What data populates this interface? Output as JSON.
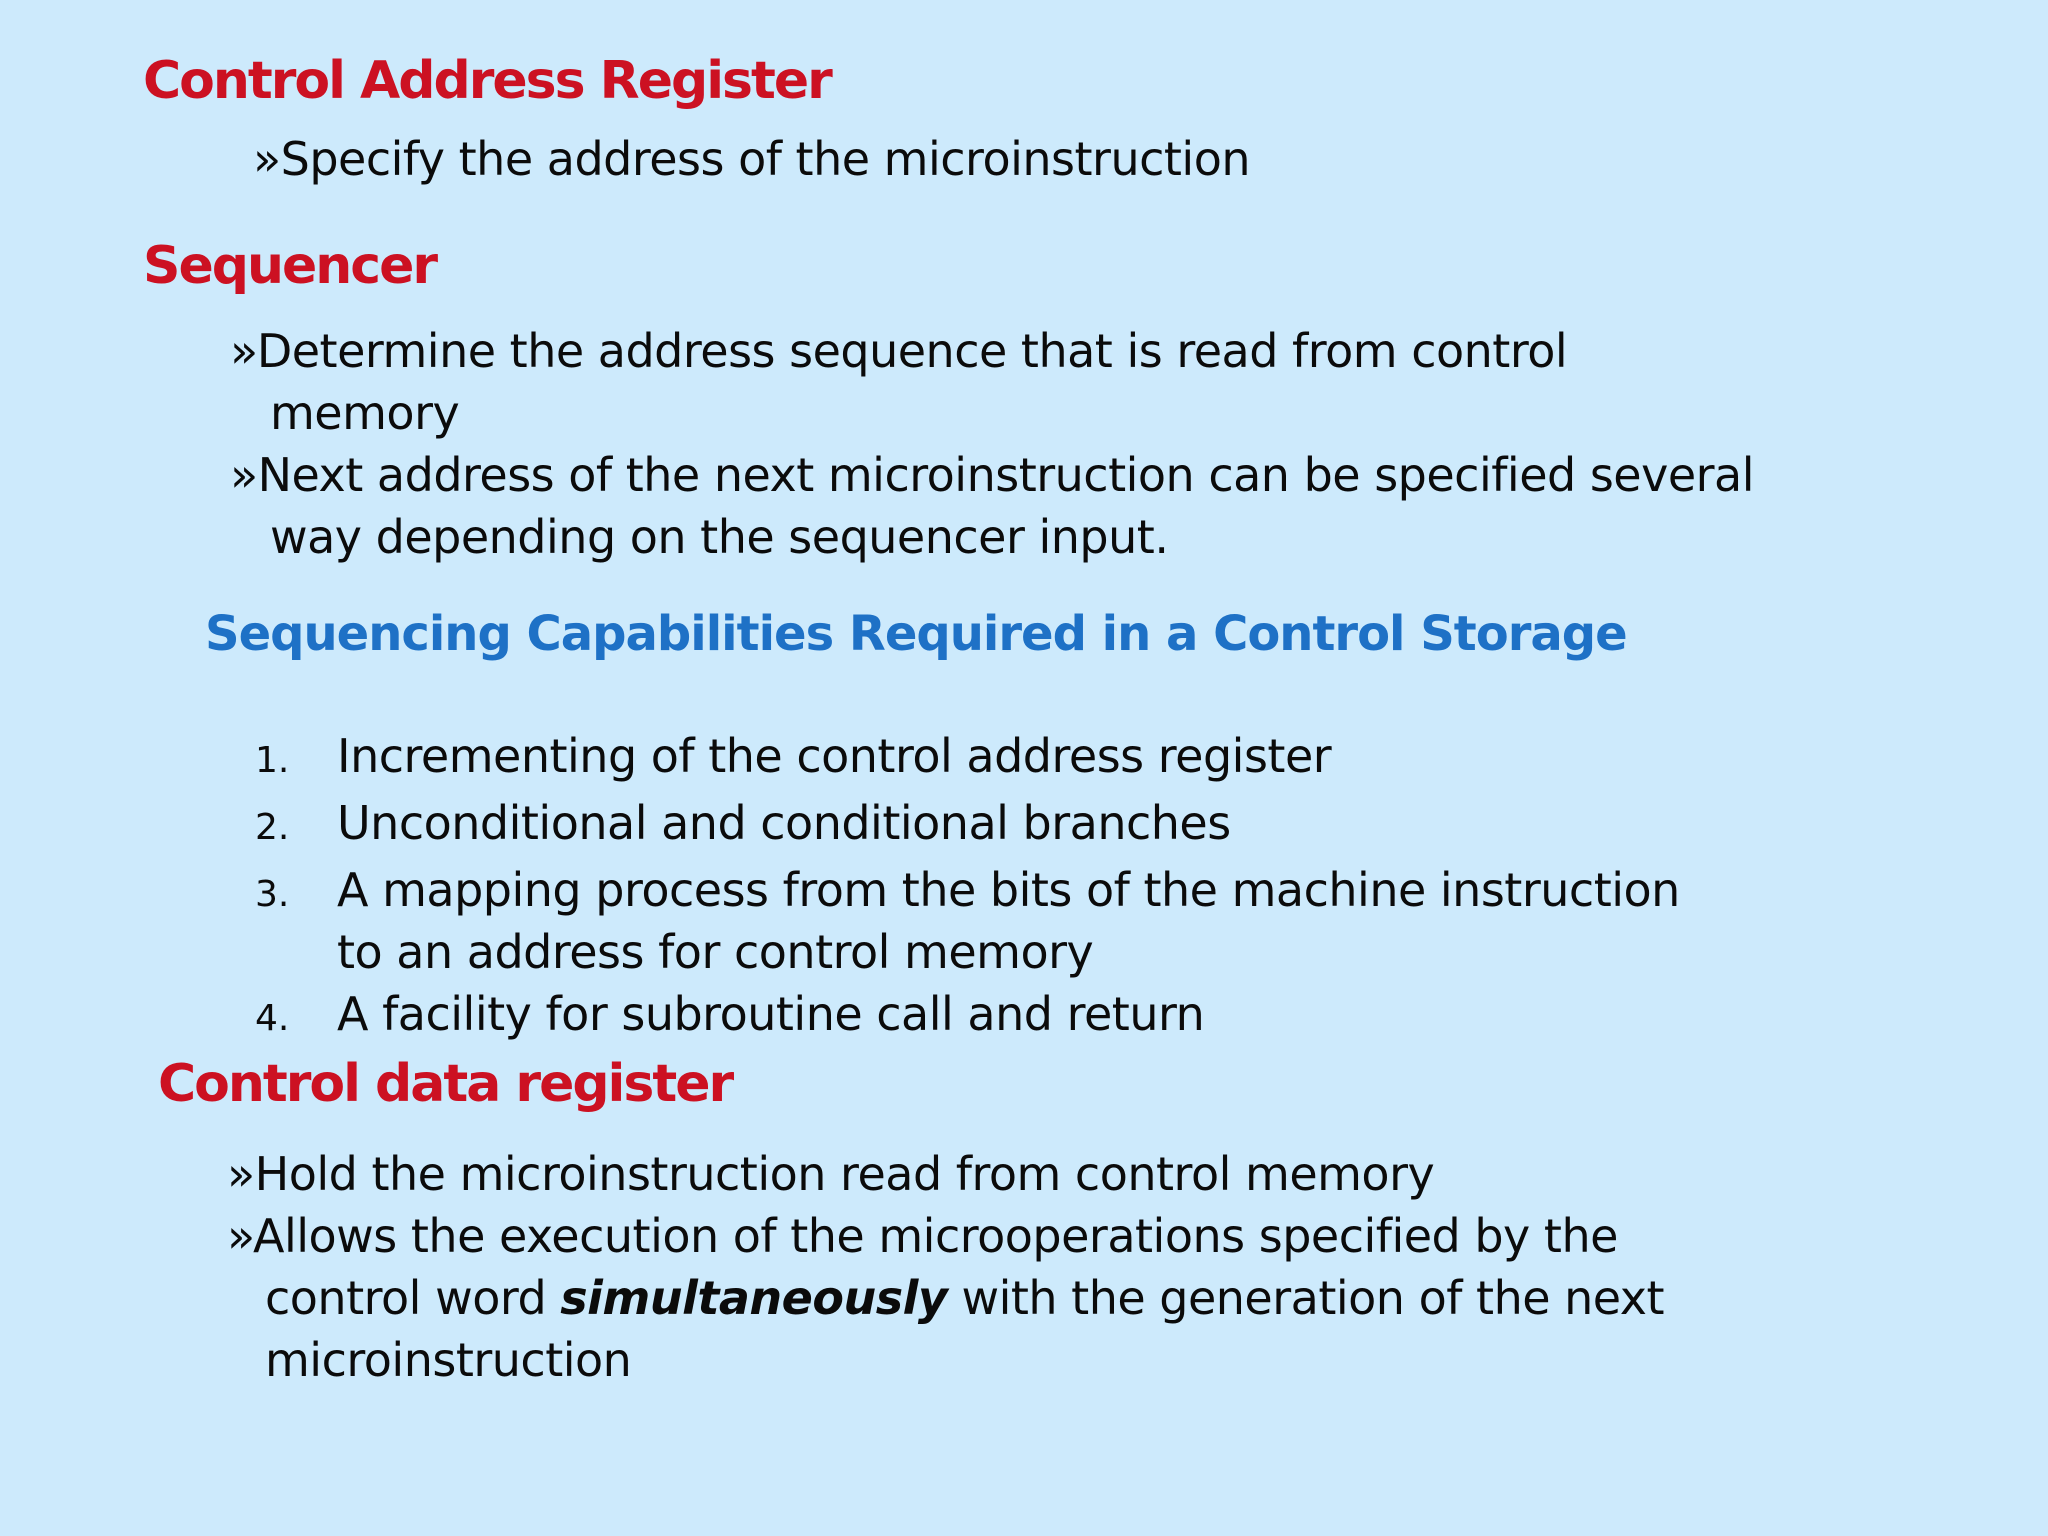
{
  "colors": {
    "background": "#cdeafc",
    "title_red": "#cc1122",
    "heading_blue": "#1e71c6",
    "body_text": "#0b0b0b"
  },
  "sections": {
    "control_address_register": {
      "title": "Control Address Register",
      "bullet_1": "»Specify the address of the microinstruction"
    },
    "sequencer": {
      "title": "Sequencer",
      "bullet_1": "»Determine the address sequence that is read from control\nmemory",
      "bullet_2": "»Next address of the next microinstruction can be specified several\nway depending on the sequencer input."
    },
    "sequencing_capabilities": {
      "heading": "Sequencing Capabilities Required in a Control Storage",
      "items": [
        {
          "number": "1.",
          "text": "Incrementing of the control address register"
        },
        {
          "number": "2.",
          "text": "Unconditional and conditional branches"
        },
        {
          "number": "3.",
          "text": "A mapping process from the bits of the machine instruction\nto an address for control memory"
        },
        {
          "number": "4.",
          "text": "A facility for subroutine call and return"
        }
      ]
    },
    "control_data_register": {
      "title": "Control data register",
      "bullet_1": "»Hold the microinstruction read from control memory",
      "bullet_2_pre": "»Allows the execution of the microoperations specified by the\ncontrol word ",
      "bullet_2_emphasis": "simultaneously",
      "bullet_2_post": " with the generation of the next\nmicroinstruction"
    }
  }
}
